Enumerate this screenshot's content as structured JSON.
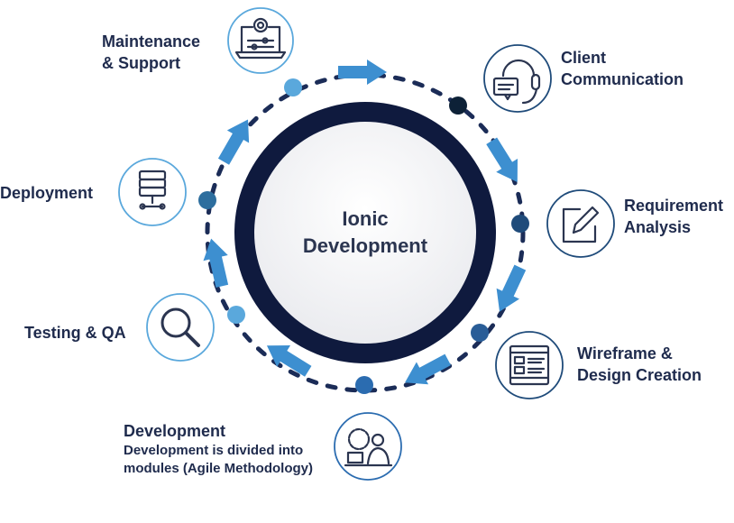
{
  "center": {
    "line1": "Ionic",
    "line2": "Development"
  },
  "steps": [
    {
      "title": "Client",
      "title2": "Communication",
      "icon": "headset-chat-icon"
    },
    {
      "title": "Requirement",
      "title2": "Analysis",
      "icon": "edit-icon"
    },
    {
      "title": "Wireframe &",
      "title2": "Design Creation",
      "icon": "wireframe-icon"
    },
    {
      "title": "Development",
      "desc1": "Development is divided into",
      "desc2": "modules (Agile Methodology)",
      "icon": "developer-gear-icon"
    },
    {
      "title": "Testing & QA",
      "icon": "magnifier-icon"
    },
    {
      "title": "Deployment",
      "icon": "server-icon"
    },
    {
      "title": "Maintenance",
      "title2": "& Support",
      "icon": "laptop-settings-icon"
    }
  ],
  "colors": {
    "ring": "#0f1a3e",
    "arrow": "#3d8fd0",
    "text": "#1f2b4d",
    "icon": "#2b3550"
  }
}
